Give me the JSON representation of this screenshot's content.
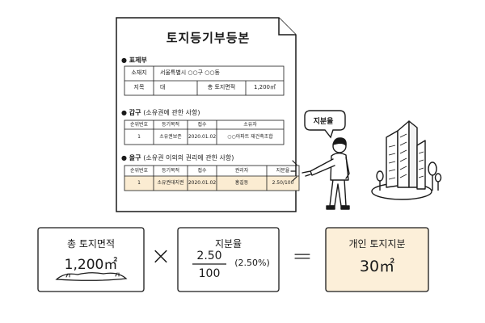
{
  "document": {
    "title": "토지등기부등본",
    "section1": {
      "title": "표제부",
      "rows": [
        [
          "소재지",
          "서울특별시 ○○구 ○○동"
        ],
        [
          "지목",
          "대",
          "총 토지면적",
          "1,200㎡"
        ]
      ]
    },
    "section2": {
      "title": "갑구",
      "subtitle": "(소유권에 관한 사항)",
      "headers": [
        "순위번호",
        "등기목적",
        "접수",
        "소유자"
      ],
      "rows": [
        [
          "1",
          "소유권보존",
          "2020.01.02",
          "○○아파트 재건축조합"
        ]
      ]
    },
    "section3": {
      "title": "을구",
      "subtitle": "(소유권 이외의 권리에 관한 사항)",
      "headers": [
        "순위번호",
        "등기목적",
        "접수",
        "권리자",
        "지분율"
      ],
      "rows": [
        [
          "1",
          "소유권대지권",
          "2020.01.02",
          "홍길동",
          "2.50/100"
        ]
      ]
    }
  },
  "speech_bubble": "지분율",
  "calculation": {
    "total_area": {
      "label": "총 토지면적",
      "value": "1,200㎡"
    },
    "operator_multiply": "×",
    "share_ratio": {
      "label": "지분율",
      "numerator": "2.50",
      "denominator": "100",
      "percent": "(2.50%)"
    },
    "operator_equals": "=",
    "result": {
      "label": "개인 토지지분",
      "value": "30㎡"
    }
  },
  "colors": {
    "highlight": "#fbecd2",
    "result_box": "#fcefd9",
    "outline": "#1a1a1a",
    "header_fill": "#f2f2f2"
  }
}
